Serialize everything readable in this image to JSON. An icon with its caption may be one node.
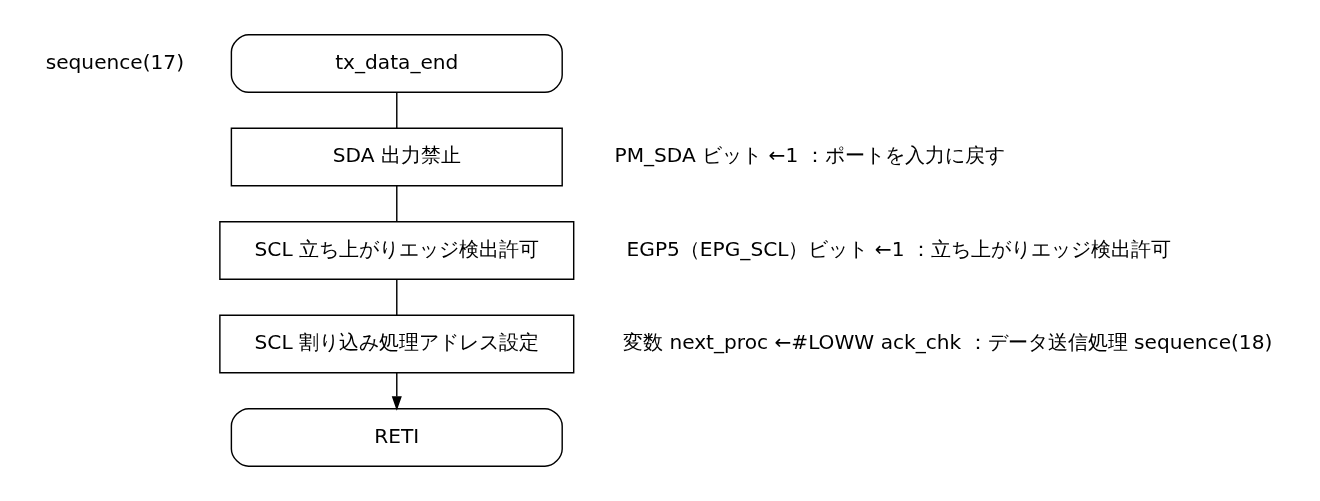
{
  "diagram": {
    "nodes": [
      {
        "text": [
          "tx_data_end"
        ]
      },
      {
        "text": [
          "SDA 出力禁止"
        ],
        "beside": [
          "PM_SDA ビット ←1 ：ポートを入力に戻す"
        ]
      },
      {
        "text": [
          "SCL 立ち上がりエッジ検出許可"
        ],
        "beside": [
          "EGP5（EPG_SCL）ビット ←1 ：立ち上がりエッジ検出許可"
        ]
      },
      {
        "text": [
          "SCL 割り込み処理アドレス設定"
        ],
        "beside": [
          "変数 next_proc ←#LOWW ack_chk ：データ送信処理 sequence(18)"
        ]
      },
      {
        "text": [
          "RETI"
        ]
      }
    ],
    "edges": [
      {
        "from": 0,
        "to": 1,
        "arrow": "none"
      },
      {
        "from": 1,
        "to": 2,
        "arrow": "none"
      },
      {
        "from": 2,
        "to": 3,
        "arrow": "none"
      },
      {
        "from": 3,
        "to": 4,
        "arrow": "to"
      }
    ],
    "labels": [
      "sequence(17)"
    ]
  }
}
